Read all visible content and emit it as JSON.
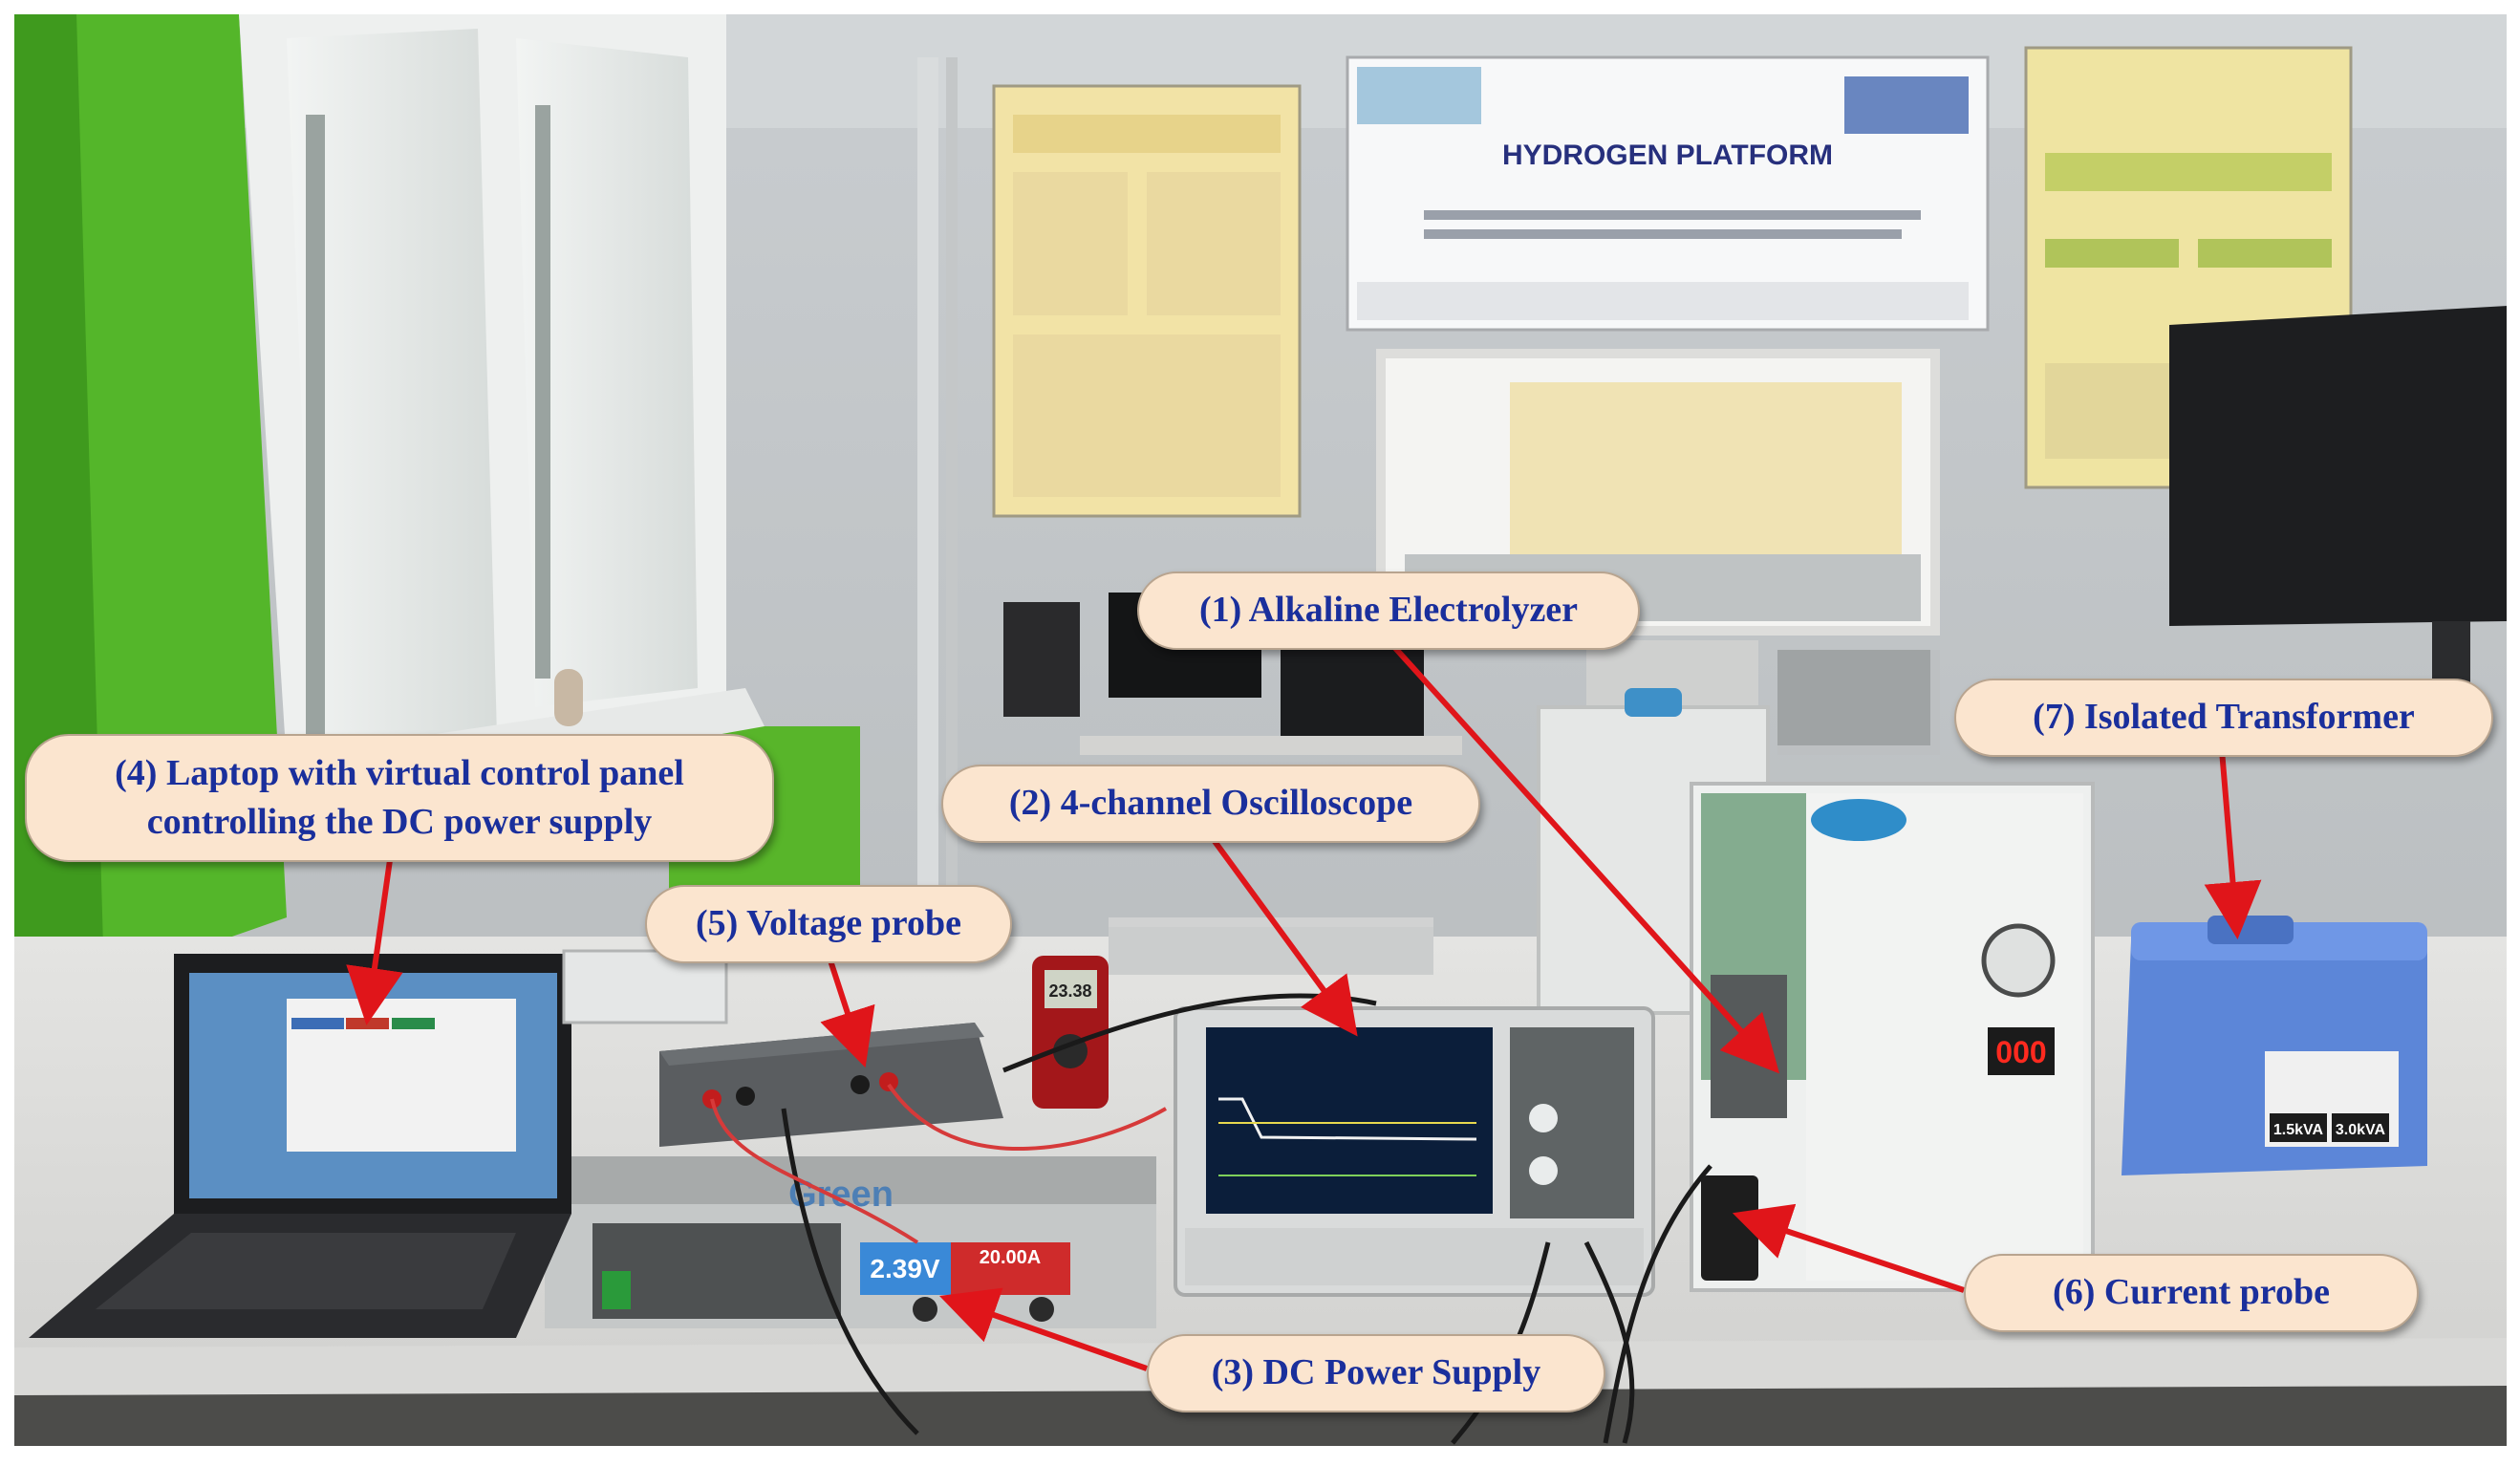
{
  "poster": {
    "title": "HYDROGEN PLATFORM"
  },
  "power_supply": {
    "voltage_reading": "2.39V",
    "current_reading": "20.00A",
    "brand": "Green"
  },
  "multimeter_reading": "23.38",
  "gas_generator_display": "000",
  "transformer_ratings": [
    "1.5kVA",
    "3.0kVA"
  ],
  "labels": {
    "electrolyzer": "(1) Alkaline Electrolyzer",
    "oscilloscope": "(2) 4-channel Oscilloscope",
    "dc_power_supply": "(3) DC Power Supply",
    "laptop_line1": "(4) Laptop with virtual control panel",
    "laptop_line2": "controlling the DC power supply",
    "voltage_probe": "(5) Voltage probe",
    "current_probe": "(6) Current probe",
    "isolated_transformer": "(7) Isolated Transformer"
  },
  "colors": {
    "callout_fill": "#fbe5cf",
    "callout_text": "#1a2f9c",
    "arrow": "#e0151a",
    "wall_green": "#54b62a"
  }
}
